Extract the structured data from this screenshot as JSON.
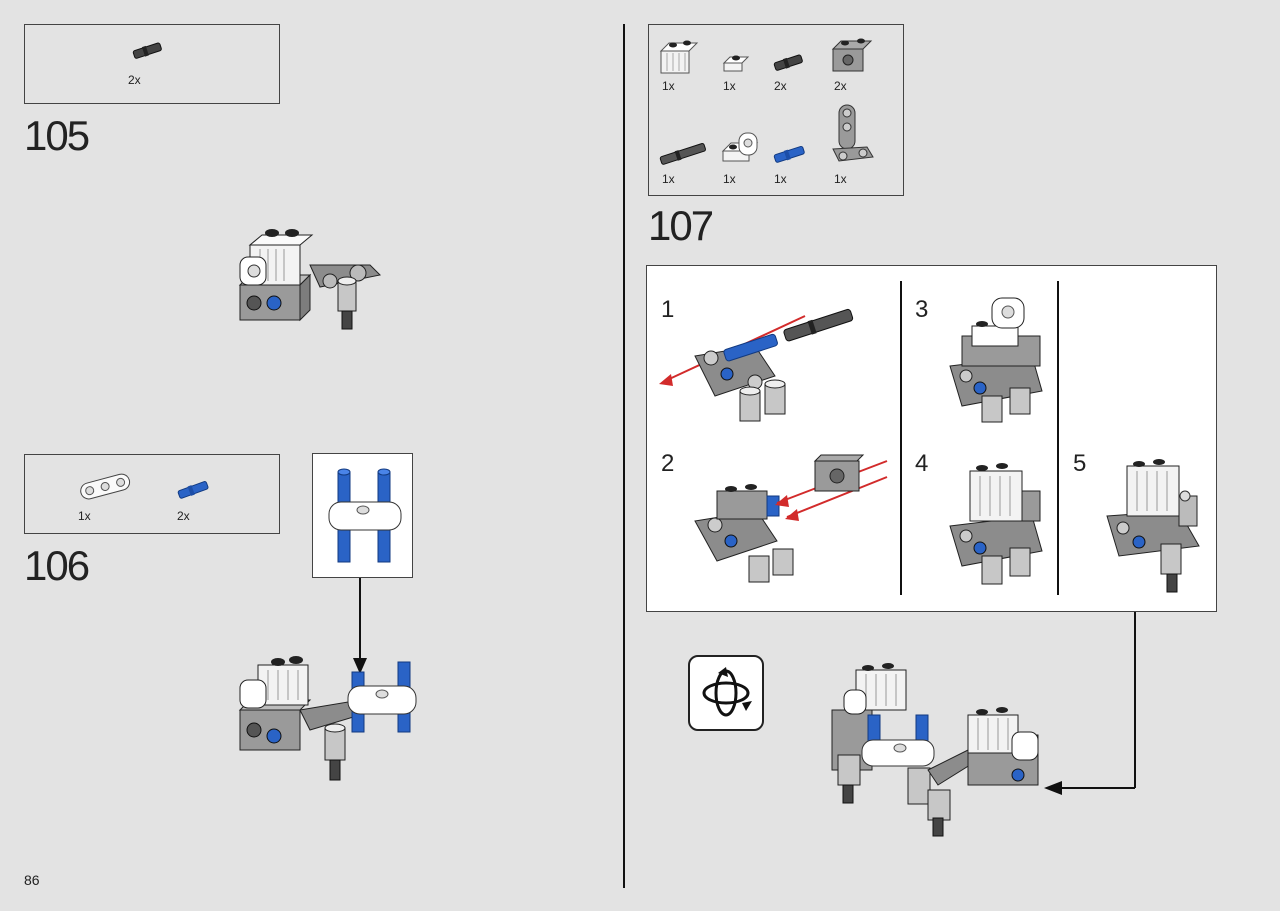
{
  "page": {
    "number": "86"
  },
  "steps": [
    {
      "number": "105",
      "parts": [
        {
          "name": "axle-pin-dark-gray",
          "qty": "2x"
        }
      ]
    },
    {
      "number": "106",
      "parts": [
        {
          "name": "beam-3-white",
          "qty": "1x"
        },
        {
          "name": "axle-pin-blue",
          "qty": "2x"
        }
      ]
    },
    {
      "number": "107",
      "parts": [
        {
          "name": "brick-1x2-grille-white",
          "qty": "1x"
        },
        {
          "name": "plate-1x1-white",
          "qty": "1x"
        },
        {
          "name": "axle-pin-dark-gray",
          "qty": "2x"
        },
        {
          "name": "brick-1x2-hole-gray",
          "qty": "2x"
        },
        {
          "name": "axle-long-dark-gray",
          "qty": "1x"
        },
        {
          "name": "bracket-white",
          "qty": "1x"
        },
        {
          "name": "axle-pin-blue",
          "qty": "1x"
        },
        {
          "name": "beam-liftarm-gray",
          "qty": "1x"
        }
      ],
      "substeps": [
        "1",
        "2",
        "3",
        "4",
        "5"
      ]
    }
  ],
  "icons": {
    "rotate": "rotate-model-icon"
  },
  "colors": {
    "blue": "#2a63c6",
    "gray": "#8c8c8c",
    "white": "#f7f7f7",
    "arrow_red": "#d22b2b"
  }
}
